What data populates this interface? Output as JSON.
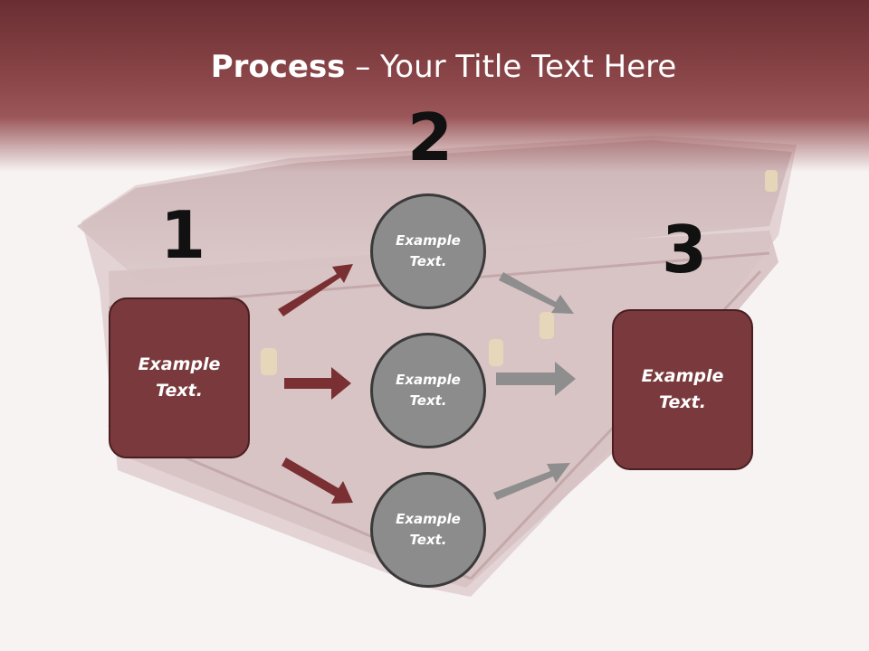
{
  "title": {
    "bold": "Process",
    "rest": " – Your Title Text Here"
  },
  "steps": [
    {
      "number": "1",
      "text": "Example Text."
    },
    {
      "number": "2",
      "text": "Example Text."
    },
    {
      "number": "3",
      "text": "Example Text."
    }
  ],
  "circles": [
    {
      "text": "Example Text."
    },
    {
      "text": "Example Text."
    },
    {
      "text": "Example Text."
    }
  ],
  "colors": {
    "header": "#8a4548",
    "box_fill": "#7a3a3d",
    "box_border": "#4a1e20",
    "circle_fill": "#8c8c8c",
    "red_arrow": "#7a3033",
    "gray_arrow": "#8e8e8e"
  }
}
